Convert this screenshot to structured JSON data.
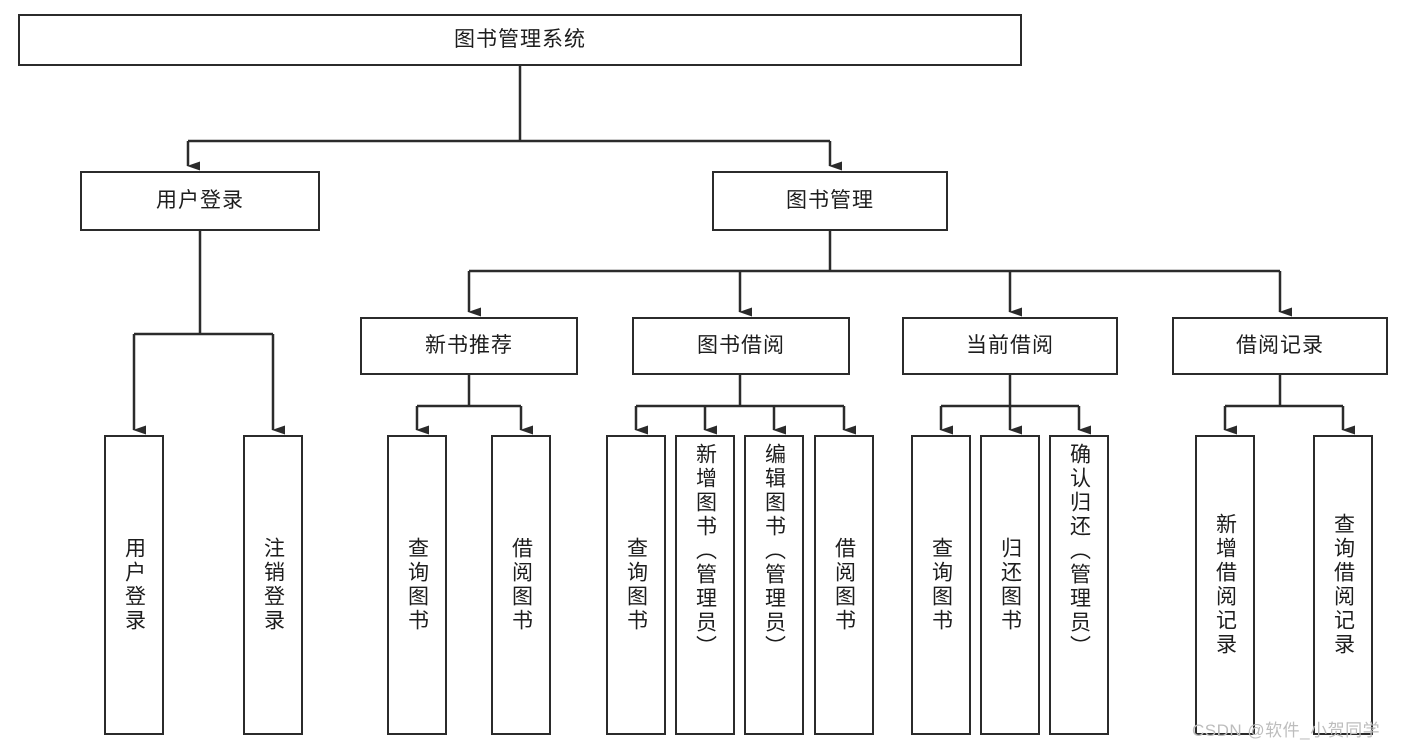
{
  "diagram": {
    "title": "图书管理系统",
    "type": "hierarchy-tree",
    "root": {
      "label": "图书管理系统"
    },
    "level2": [
      {
        "label": "用户登录"
      },
      {
        "label": "图书管理"
      }
    ],
    "level3": [
      {
        "label": "新书推荐"
      },
      {
        "label": "图书借阅"
      },
      {
        "label": "当前借阅"
      },
      {
        "label": "借阅记录"
      }
    ],
    "leaves": {
      "user_login": [
        {
          "label": "用户登录"
        },
        {
          "label": "注销登录"
        }
      ],
      "new_book_recommend": [
        {
          "label": "查询图书"
        },
        {
          "label": "借阅图书"
        }
      ],
      "book_borrow": [
        {
          "label": "查询图书"
        },
        {
          "label": "新增图书（管理员）"
        },
        {
          "label": "编辑图书（管理员）"
        },
        {
          "label": "借阅图书"
        }
      ],
      "current_borrow": [
        {
          "label": "查询图书"
        },
        {
          "label": "归还图书"
        },
        {
          "label": "确认归还（管理员）"
        }
      ],
      "borrow_record": [
        {
          "label": "新增借阅记录"
        },
        {
          "label": "查询借阅记录"
        }
      ]
    },
    "colors": {
      "box_border": "#2b2b2b",
      "box_fill": "#ffffff",
      "text": "#1d1d1d",
      "connector": "#2b2b2b",
      "watermark": "#bdbdbd",
      "background": "#ffffff"
    }
  },
  "watermark": {
    "text": "CSDN @软件_小贺同学"
  }
}
